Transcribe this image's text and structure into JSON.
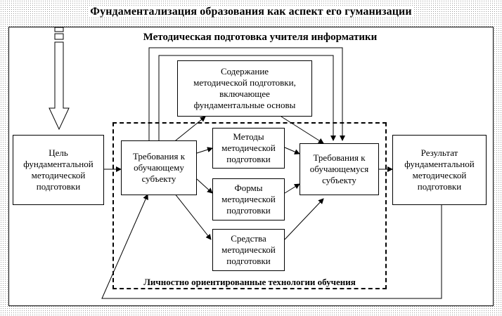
{
  "title": "Фундаментализация образования как аспект его гуманизации",
  "subtitle": "Методическая подготовка учителя информатики",
  "boxes": {
    "content": "Содержание\nметодической подготовки,\nвключающее\nфундаментальные основы",
    "goal": "Цель\nфундаментальной\nметодической\nподготовки",
    "req_teacher": "Требования к\nобучающему\nсубъекту",
    "methods": "Методы\nметодической\nподготовки",
    "forms": "Формы\nметодической\nподготовки",
    "means": "Средства\nметодической\nподготовки",
    "req_student": "Требования к\nобучающемуся\nсубъекту",
    "result": "Результат\nфундаментальной\nметодической\nподготовки"
  },
  "technologies_label": "Личностно ориентированные технологии обучения"
}
